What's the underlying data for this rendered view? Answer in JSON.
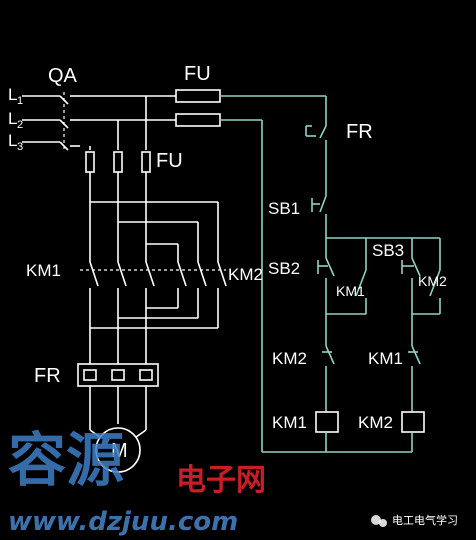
{
  "labels": {
    "qa": "QA",
    "fu_top": "FU",
    "fu_mid": "FU",
    "fr_ctrl": "FR",
    "sb1": "SB1",
    "sb2": "SB2",
    "sb3": "SB3",
    "km1_main": "KM1",
    "km2_main": "KM2",
    "km1_aux": "KM1",
    "km2_aux": "KM2",
    "km2_interlock": "KM2",
    "km1_interlock": "KM1",
    "km1_coil": "KM1",
    "km2_coil": "KM2",
    "fr_main": "FR",
    "motor": "M",
    "l1": "L",
    "l1_sub": "1",
    "l2": "L",
    "l2_sub": "2",
    "l3": "L",
    "l3_sub": "3"
  },
  "watermark": {
    "brand": "容源",
    "brand_sub": "电子网",
    "url": "www.dzjuu.com",
    "badge": "电工电气学习"
  },
  "colors": {
    "background": "#000000",
    "power_wire": "#ffffff",
    "control_wire": "#8fd3c8"
  }
}
